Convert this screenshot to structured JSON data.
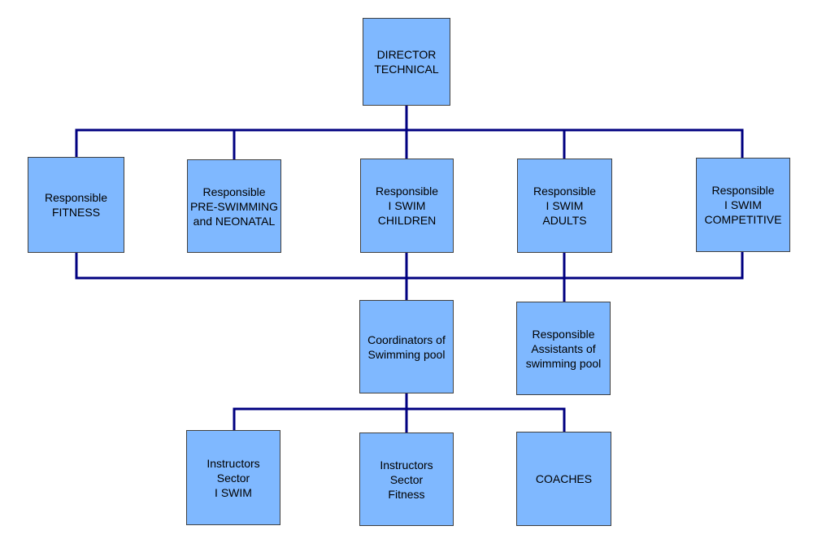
{
  "colors": {
    "box_fill": "#7fb8ff",
    "connector": "#000080",
    "box_border": "#404040",
    "text": "#000000"
  },
  "nodes": {
    "director": "DIRECTOR\nTECHNICAL",
    "fitness": "Responsible\nFITNESS",
    "pre_swimming": "Responsible\nPRE-SWIMMING\nand NEONATAL",
    "swim_children": "Responsible\nI SWIM\nCHILDREN",
    "swim_adults": "Responsible\nI SWIM\nADULTS",
    "swim_competitive": "Responsible\nI SWIM\nCOMPETITIVE",
    "coordinators": "Coordinators of\nSwimming pool",
    "assistants": "Responsible\nAssistants of\nswimming pool",
    "instructors_swim": "Instructors\nSector\nI SWIM",
    "instructors_fitness": "Instructors\nSector\nFitness",
    "coaches": "COACHES"
  },
  "edges": [
    [
      "director",
      "fitness"
    ],
    [
      "director",
      "pre_swimming"
    ],
    [
      "director",
      "swim_children"
    ],
    [
      "director",
      "swim_adults"
    ],
    [
      "director",
      "swim_competitive"
    ],
    [
      "fitness",
      "coordinators"
    ],
    [
      "swim_children",
      "coordinators"
    ],
    [
      "swim_competitive",
      "coordinators"
    ],
    [
      "swim_adults",
      "assistants"
    ],
    [
      "coordinators",
      "instructors_swim"
    ],
    [
      "coordinators",
      "instructors_fitness"
    ],
    [
      "coordinators",
      "coaches"
    ]
  ]
}
